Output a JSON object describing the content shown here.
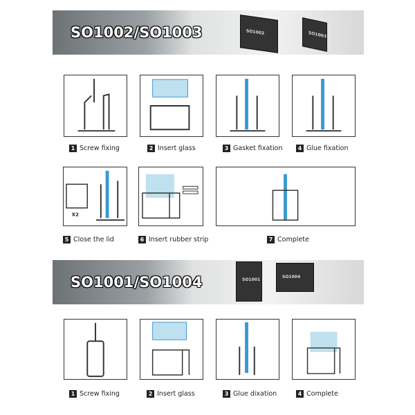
{
  "section1": {
    "title": "SO1002/SO1003",
    "product_labels": [
      "SO1002",
      "SO1003"
    ],
    "steps": [
      {
        "n": "1",
        "label": "Screw fixing"
      },
      {
        "n": "2",
        "label": "Insert glass"
      },
      {
        "n": "3",
        "label": "Gasket fixation"
      },
      {
        "n": "4",
        "label": "Glue fixation"
      },
      {
        "n": "5",
        "label": "Close the lid"
      },
      {
        "n": "6",
        "label": "Insert rubber strip"
      },
      {
        "n": "7",
        "label": "Complete"
      }
    ],
    "lid_count": "X2"
  },
  "section2": {
    "title": "SO1001/SO1004",
    "product_labels": [
      "SO1001",
      "SO1004"
    ],
    "steps": [
      {
        "n": "1",
        "label": "Screw fixing"
      },
      {
        "n": "2",
        "label": "Insert glass"
      },
      {
        "n": "3",
        "label": "Glue dixation"
      },
      {
        "n": "4",
        "label": "Complete"
      }
    ]
  },
  "colors": {
    "glass": "#3a9ad0",
    "glass_light": "#bfe0ef",
    "outline": "#333333"
  }
}
